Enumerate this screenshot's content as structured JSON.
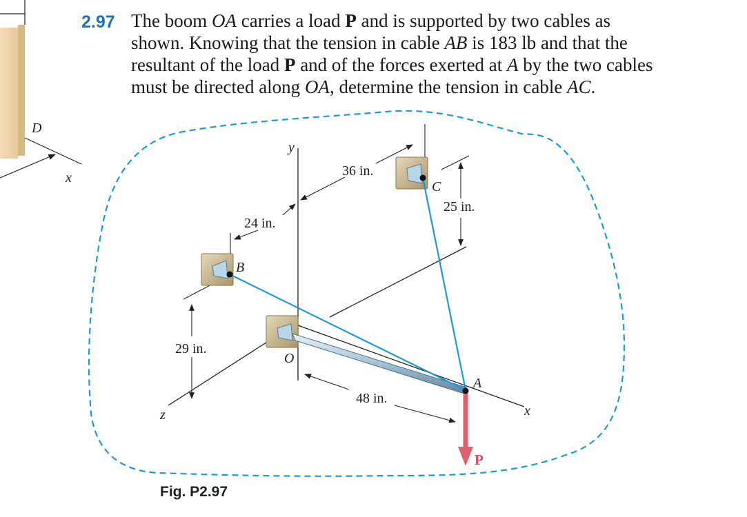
{
  "problem": {
    "number": "2.97",
    "lines": [
      [
        "The boom ",
        {
          "i": "OA"
        },
        " carries a load ",
        {
          "b": "P"
        },
        " and is supported by two cables as"
      ],
      [
        "shown. Knowing that the tension in cable ",
        {
          "i": "AB"
        },
        " is 183 lb and that the"
      ],
      [
        "resultant of the load ",
        {
          "b": "P"
        },
        " and of the forces exerted at ",
        {
          "i": "A"
        },
        " by the two cables"
      ],
      [
        "must be directed along ",
        {
          "i": "OA"
        },
        ", determine the tension in cable ",
        {
          "i": "AC"
        },
        "."
      ]
    ]
  },
  "figure": {
    "caption": "Fig. P2.97",
    "points": {
      "O": "O",
      "A": "A",
      "B": "B",
      "C": "C",
      "P": "P",
      "D": "D"
    },
    "axes": {
      "x": "x",
      "y": "y",
      "z": "z"
    },
    "dimensions": {
      "d36": "36 in.",
      "d25": "25 in.",
      "d24": "24 in.",
      "d29": "29 in.",
      "d48": "48 in."
    },
    "colors": {
      "cable": "#1a9ad6",
      "load": "#e06070",
      "boom": "#a9c6d8",
      "bracket": "#c8b48a",
      "border": "#1a9ad6"
    }
  }
}
